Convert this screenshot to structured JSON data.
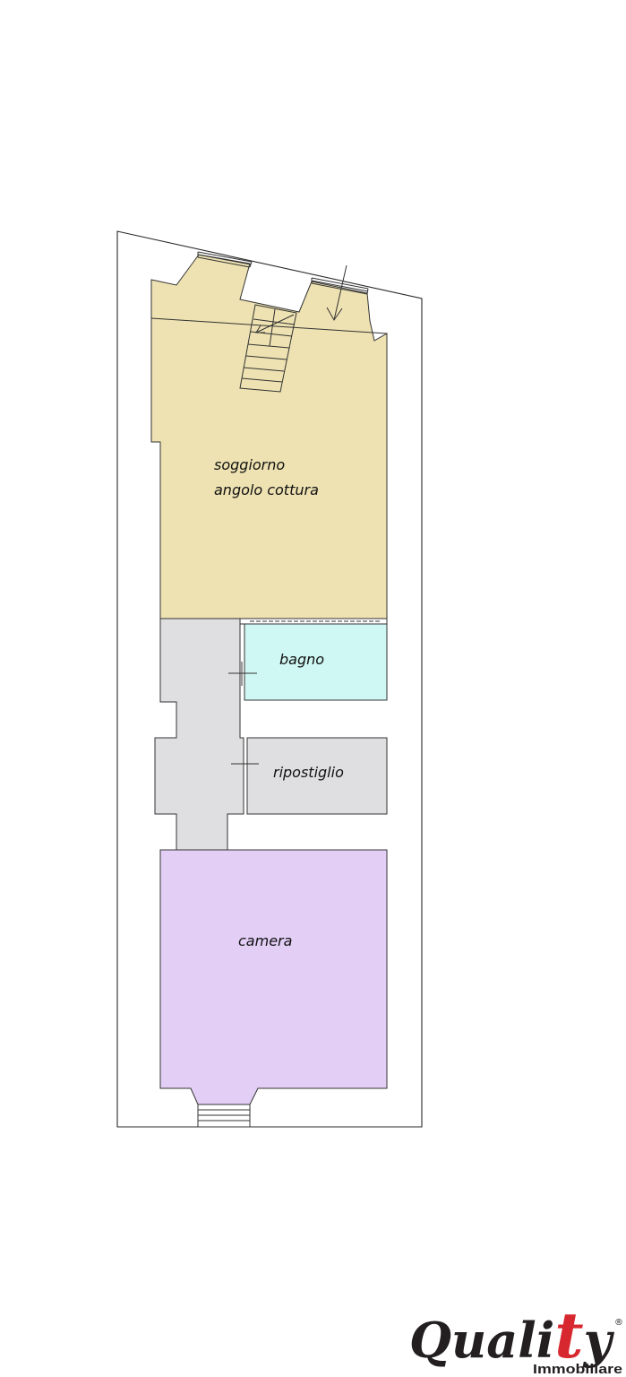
{
  "rooms": {
    "living": {
      "label_line1": "soggiorno",
      "label_line2": "angolo cottura",
      "color": "#EEE2B2"
    },
    "bathroom": {
      "label": "bagno",
      "color": "#CFF7F3"
    },
    "storage": {
      "label": "ripostiglio",
      "color": "#DFDFE1"
    },
    "bedroom": {
      "label": "camera",
      "color": "#E3CFF6"
    },
    "corridor": {
      "color": "#DFDFE1"
    }
  },
  "colors": {
    "brand_dark": "#231F20",
    "brand_red": "#D7282F"
  },
  "logo": {
    "wordmark_parts": [
      "Quali",
      "t",
      "y"
    ],
    "registered": "®",
    "subtitle": "Immobiliare"
  }
}
